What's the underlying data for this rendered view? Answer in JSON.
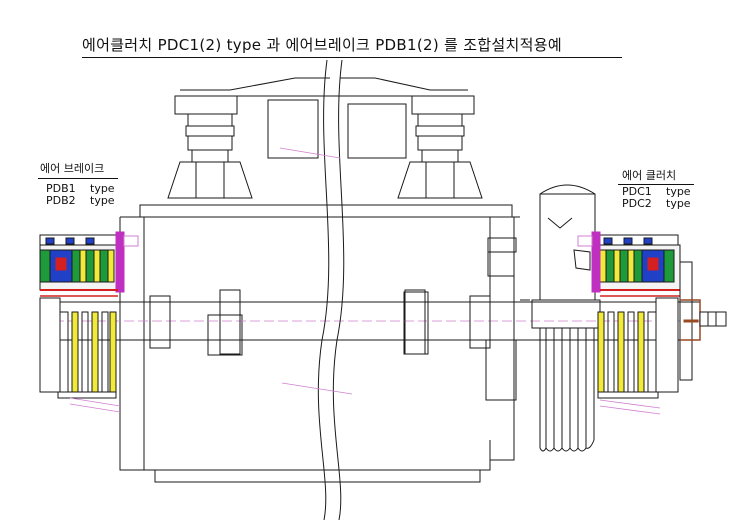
{
  "title": "에어클러치 PDC1(2) type 과 에어브레이크 PDB1(2) 를 조합설치적용예",
  "left_callout": {
    "heading": "에어 브레이크",
    "rows": [
      {
        "model": "PDB1",
        "type": "type"
      },
      {
        "model": "PDB2",
        "type": "type"
      }
    ]
  },
  "right_callout": {
    "heading": "에어 클러치",
    "rows": [
      {
        "model": "PDC1",
        "type": "type"
      },
      {
        "model": "PDC2",
        "type": "type"
      }
    ]
  },
  "colors": {
    "line": "#1a1a1a",
    "hidden": "#d07fd0",
    "red": "#d42020",
    "blue": "#2040c8",
    "green": "#1e9a3a",
    "yellow": "#f2ea3a",
    "magenta": "#c030c0",
    "brown": "#9a4a20"
  }
}
